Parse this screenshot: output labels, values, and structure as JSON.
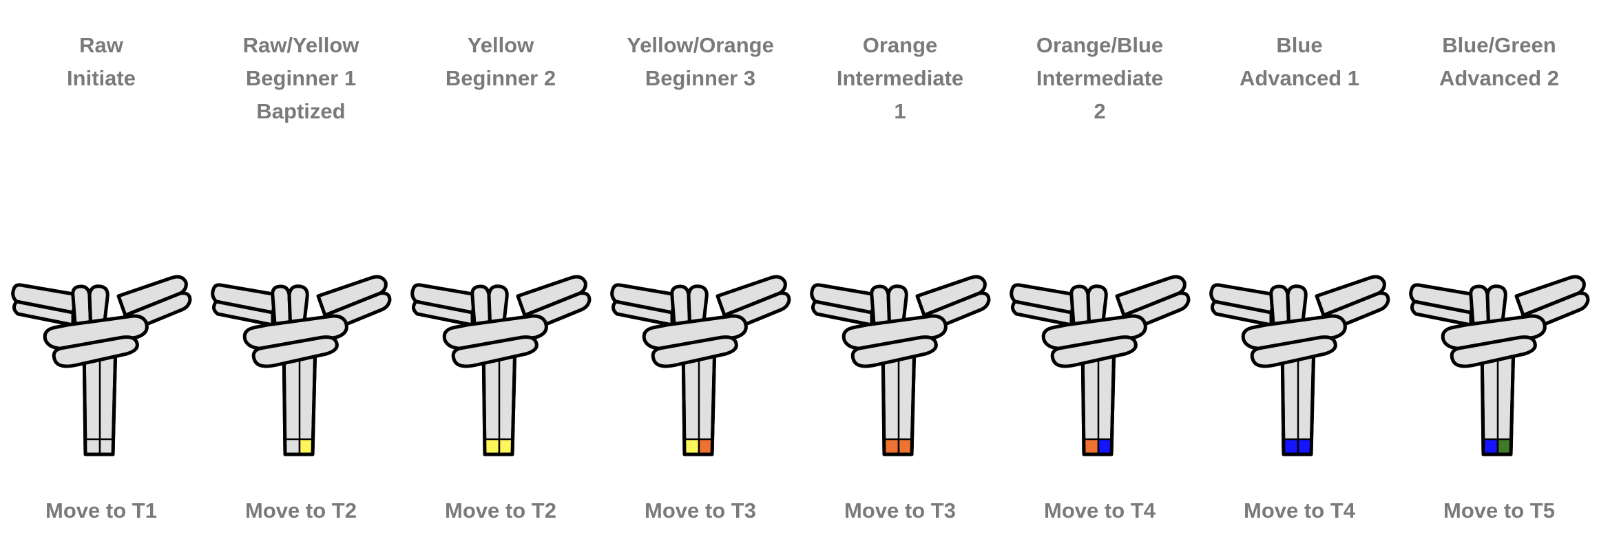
{
  "colors": {
    "belt_fill": "#e0e0e0",
    "outline": "#000000",
    "label_text": "#7a7a7a",
    "raw": "#e0e0e0",
    "yellow": "#fef65b",
    "orange": "#ee7231",
    "blue": "#1414ff",
    "green": "#3f7a26"
  },
  "belts": [
    {
      "title_lines": [
        "Raw",
        "Initiate"
      ],
      "tip_left": "raw",
      "tip_right": "raw",
      "action": "Move to T1"
    },
    {
      "title_lines": [
        "Raw/Yellow",
        "Beginner 1",
        "Baptized"
      ],
      "tip_left": "raw",
      "tip_right": "yellow",
      "action": "Move to T2"
    },
    {
      "title_lines": [
        "Yellow",
        "Beginner 2"
      ],
      "tip_left": "yellow",
      "tip_right": "yellow",
      "action": "Move to T2"
    },
    {
      "title_lines": [
        "Yellow/Orange",
        "Beginner 3"
      ],
      "tip_left": "yellow",
      "tip_right": "orange",
      "action": "Move to T3"
    },
    {
      "title_lines": [
        "Orange",
        "Intermediate",
        "1"
      ],
      "tip_left": "orange",
      "tip_right": "orange",
      "action": "Move to T3"
    },
    {
      "title_lines": [
        "Orange/Blue",
        "Intermediate",
        "2"
      ],
      "tip_left": "orange",
      "tip_right": "blue",
      "action": "Move to T4"
    },
    {
      "title_lines": [
        "Blue",
        "Advanced 1"
      ],
      "tip_left": "blue",
      "tip_right": "blue",
      "action": "Move to T4"
    },
    {
      "title_lines": [
        "Blue/Green",
        "Advanced 2"
      ],
      "tip_left": "blue",
      "tip_right": "green",
      "action": "Move to T5"
    }
  ]
}
